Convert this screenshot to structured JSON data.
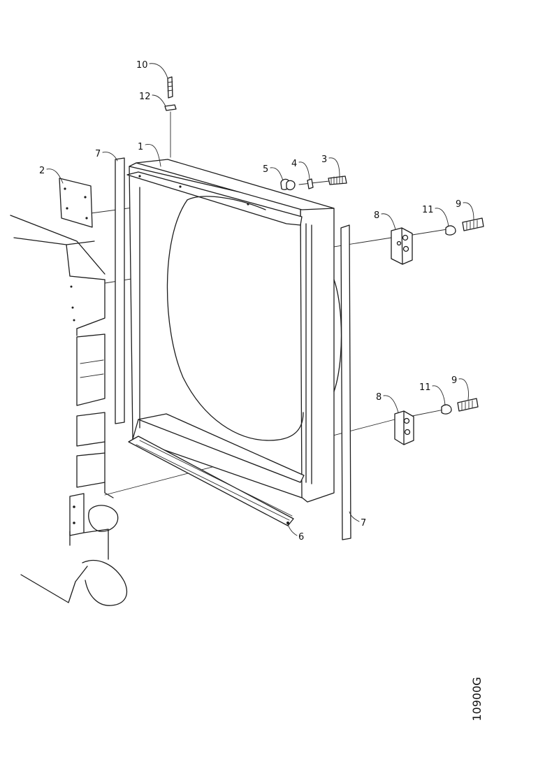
{
  "figure_number": "10900G",
  "callouts": {
    "c1": "1",
    "c2": "2",
    "c3": "3",
    "c4": "4",
    "c5": "5",
    "c6": "6",
    "c7a": "7",
    "c7b": "7",
    "c8a": "8",
    "c8b": "8",
    "c9a": "9",
    "c9b": "9",
    "c10": "10",
    "c11a": "11",
    "c11b": "11",
    "c12": "12"
  }
}
